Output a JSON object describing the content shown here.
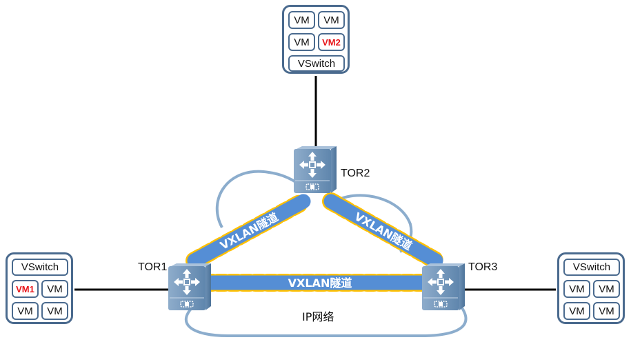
{
  "diagram": {
    "network_label": "IP网络",
    "tunnel_label": "VXLAN隧道",
    "colors": {
      "tunnel_fill": "#558ed5",
      "tunnel_dash": "#ffc000",
      "cloud_stroke": "#7fa4c8",
      "box_stroke": "#4a6a8e",
      "highlight_text": "#e8161b"
    },
    "switches": [
      {
        "id": "tor1",
        "label": "TOR1"
      },
      {
        "id": "tor2",
        "label": "TOR2"
      },
      {
        "id": "tor3",
        "label": "TOR3"
      }
    ],
    "tunnels": [
      {
        "from": "TOR1",
        "to": "TOR2",
        "label": "VXLAN隧道"
      },
      {
        "from": "TOR2",
        "to": "TOR3",
        "label": "VXLAN隧道"
      },
      {
        "from": "TOR1",
        "to": "TOR3",
        "label": "VXLAN隧道"
      }
    ],
    "hosts": {
      "top": {
        "attached_to": "TOR2",
        "vms": [
          "VM",
          "VM",
          "VM",
          "VM2"
        ],
        "vswitch": "VSwitch",
        "highlighted": "VM2"
      },
      "left": {
        "attached_to": "TOR1",
        "vms": [
          "VM1",
          "VM",
          "VM",
          "VM"
        ],
        "vswitch": "VSwitch",
        "highlighted": "VM1"
      },
      "right": {
        "attached_to": "TOR3",
        "vms": [
          "VM",
          "VM",
          "VM",
          "VM"
        ],
        "vswitch": "VSwitch",
        "highlighted": ""
      }
    }
  }
}
